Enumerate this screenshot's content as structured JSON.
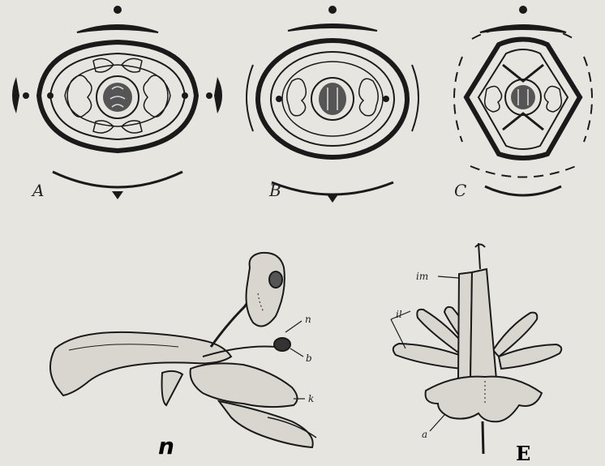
{
  "figure": {
    "diagram_labels": {
      "a": "A",
      "b": "B",
      "c": "C"
    },
    "figure_n": {
      "label": "n",
      "parts": {
        "n": "n",
        "b": "b",
        "k": "k"
      }
    },
    "figure_e": {
      "label": "E",
      "parts": {
        "im": "im",
        "il": "il",
        "a": "a"
      }
    }
  },
  "colors": {
    "ink": "#1a1a1a",
    "paper": "#e7e5e0"
  }
}
